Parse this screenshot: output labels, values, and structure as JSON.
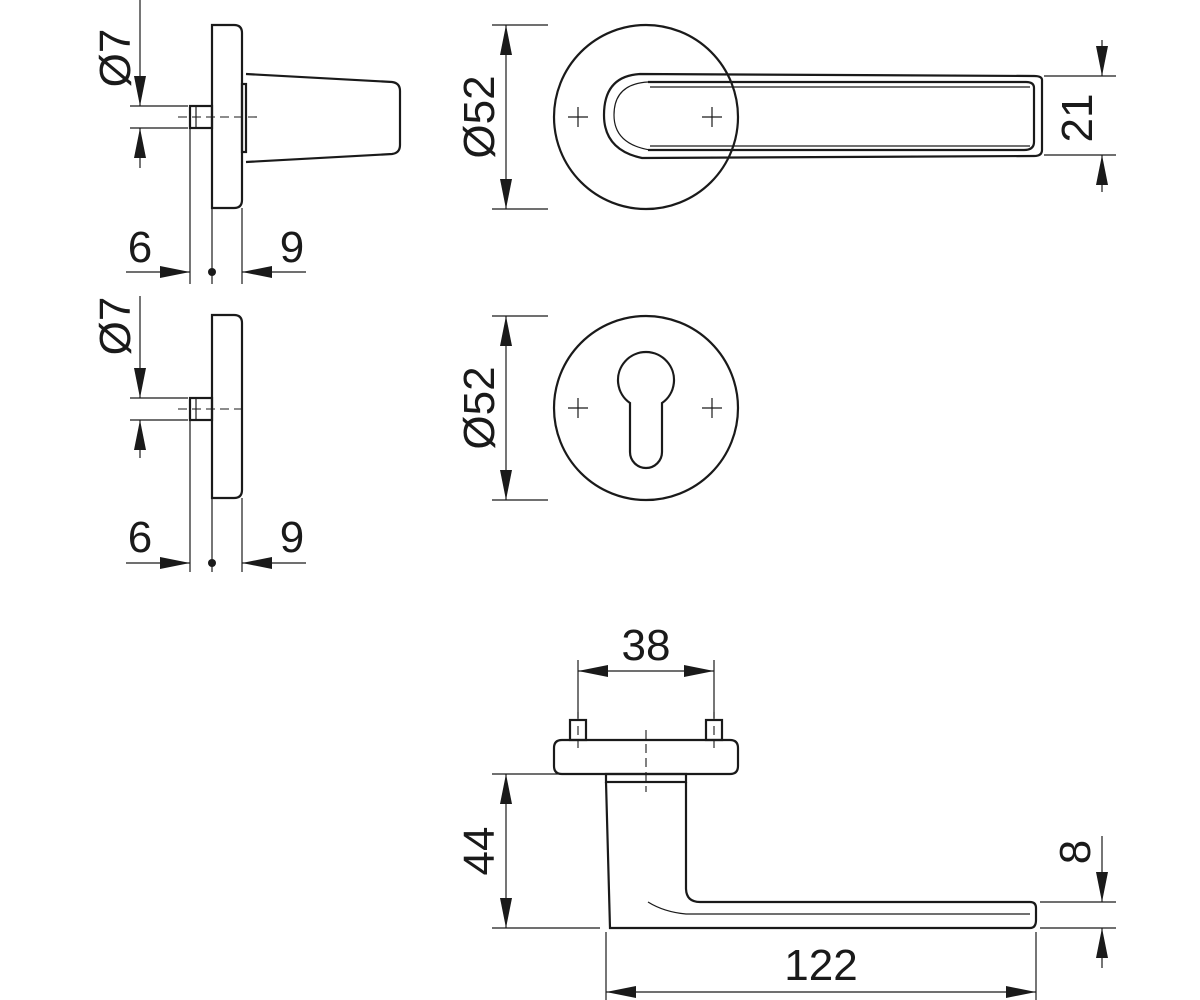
{
  "dimensions": {
    "lever_side": {
      "spindle_dia": "Ø7",
      "left": "6",
      "right": "9"
    },
    "lever_rose": {
      "rose_dia": "Ø52",
      "lever_width": "21"
    },
    "escutcheon_side": {
      "spindle_dia": "Ø7",
      "left": "6",
      "right": "9"
    },
    "escutcheon_rose": {
      "rose_dia": "Ø52"
    },
    "bottom_view": {
      "screw_spacing": "38",
      "height": "44",
      "thickness": "8",
      "length": "122"
    }
  }
}
